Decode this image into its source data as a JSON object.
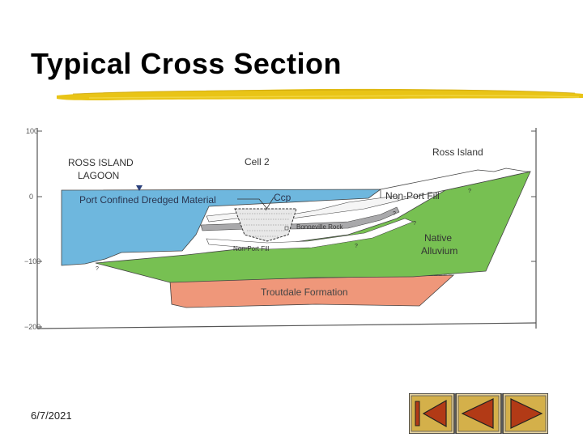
{
  "slide": {
    "title": "Typical Cross Section",
    "date": "6/7/2021"
  },
  "colors": {
    "title_bar": "#e9c416",
    "water": "#6eb7de",
    "alluvium": "#77c052",
    "troutdale": "#ef977a",
    "rock": "#a9a9ab",
    "axis": "#555555"
  },
  "diagram": {
    "axis_labels": [
      "100",
      "0",
      "−100",
      "−200"
    ],
    "labels": {
      "ross_island_lagoon_1": "ROSS ISLAND",
      "ross_island_lagoon_2": "LAGOON",
      "cell": "Cell 2",
      "ross_island": "Ross Island",
      "dredged_material": "Port Confined Dredged Material",
      "ccp": "Ccp",
      "non_port_fill_right": "Non-Port Fill",
      "bonneville_rock": "Bonneville Rock",
      "non_port_fill_lower": "Non-Port Fill",
      "native_alluvium_1": "Native",
      "native_alluvium_2": "Alluvium",
      "troutdale_formation": "Troutdale Formation"
    },
    "uncertain_marks": [
      "?",
      "?",
      "?",
      "?",
      "?"
    ]
  },
  "nav": {
    "first": "first-slide",
    "previous": "previous-slide",
    "next": "next-slide"
  }
}
